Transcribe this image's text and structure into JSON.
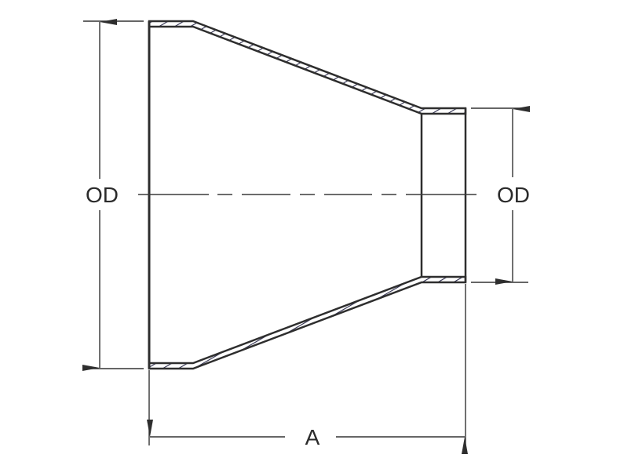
{
  "diagram": {
    "type": "concentric reducer cross-section",
    "labels": {
      "large_end_od": "OD",
      "small_end_od": "OD",
      "overall_length": "A"
    },
    "colors": {
      "outline": "#2e2e2e",
      "hatch": "#2a2a4a",
      "dimension": "#333333",
      "background": "#ffffff"
    }
  }
}
